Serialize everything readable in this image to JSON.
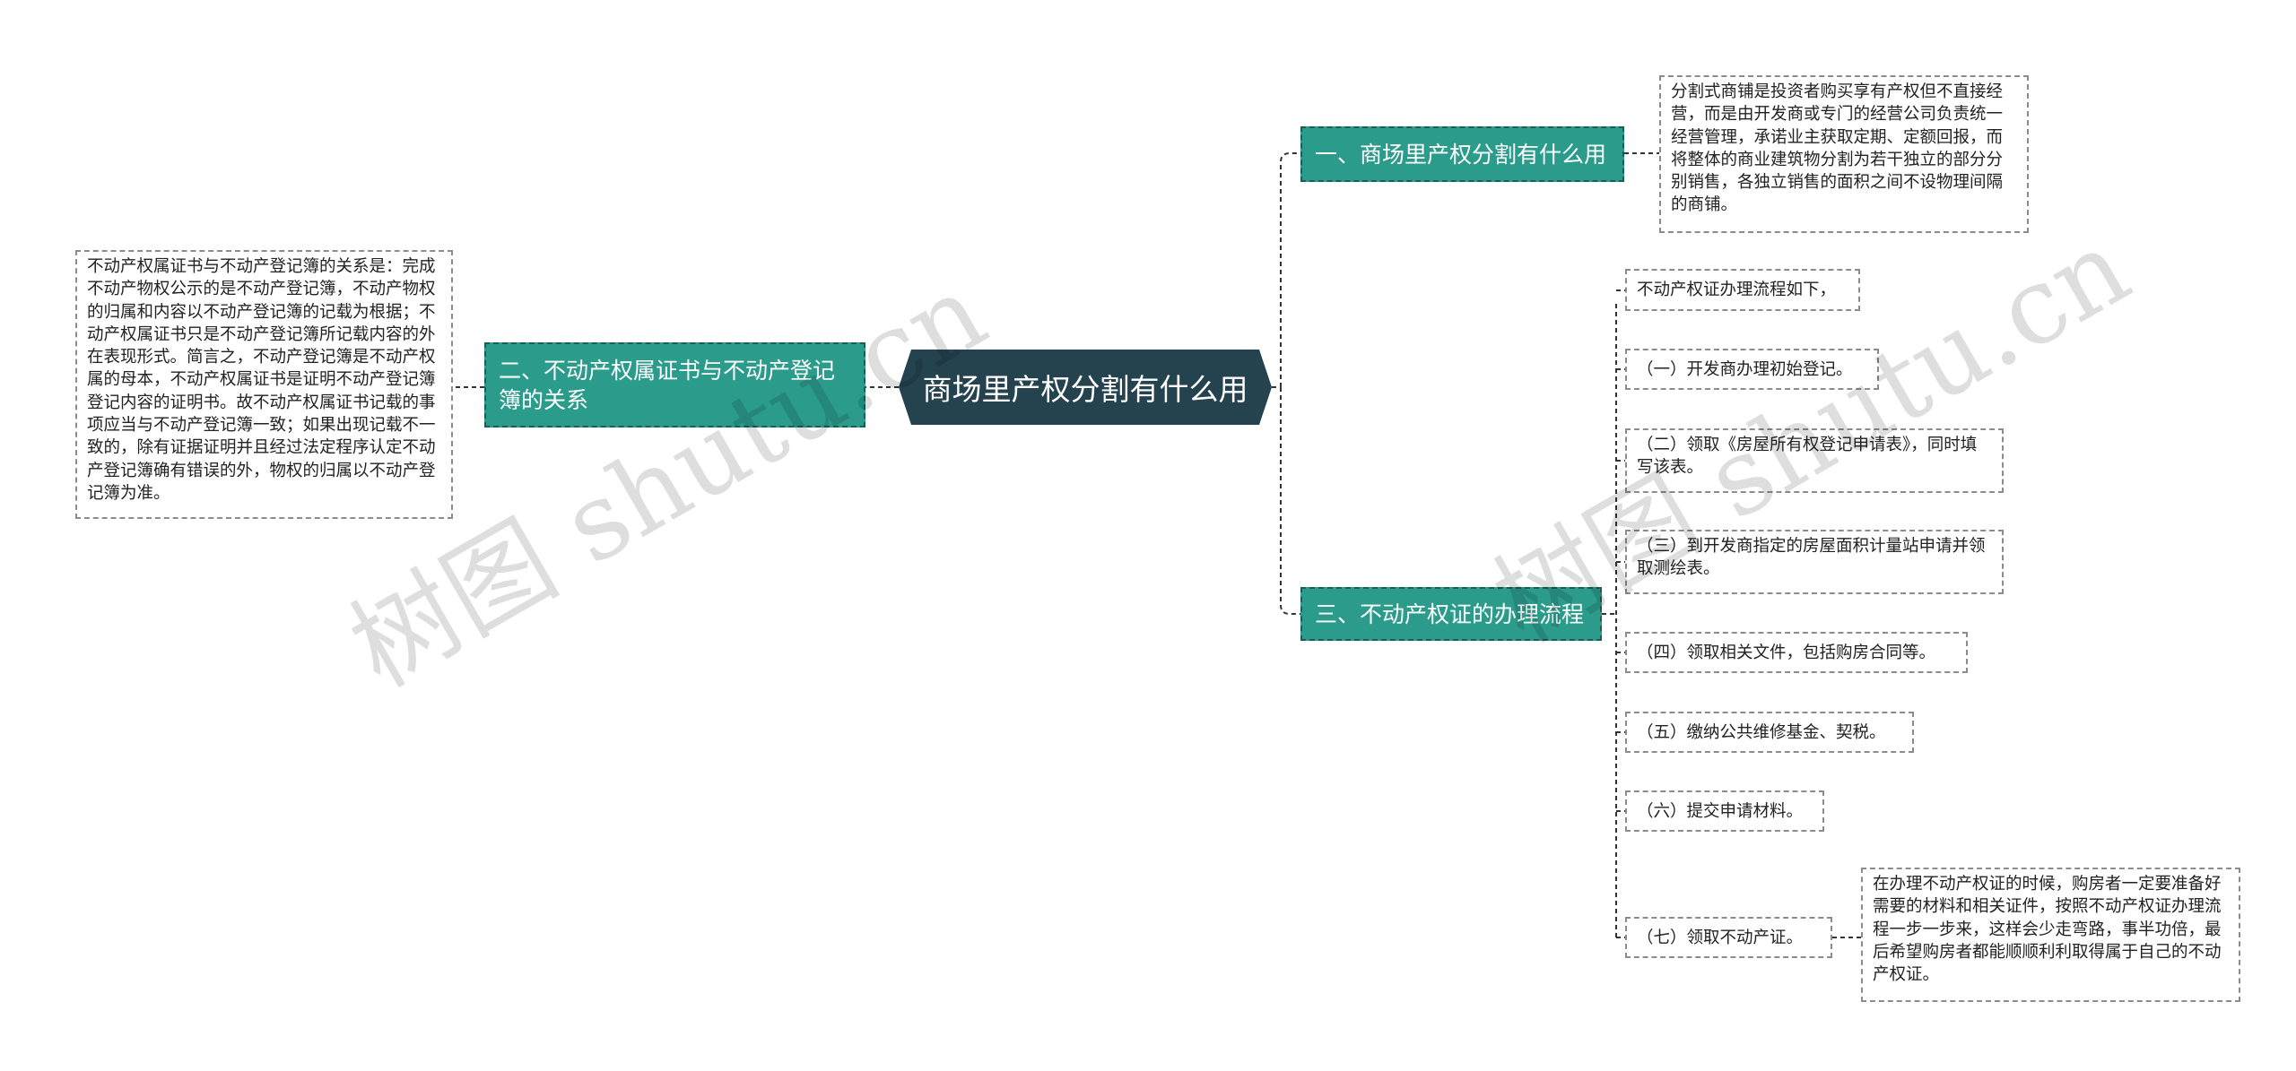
{
  "root": {
    "label": "商场里产权分割有什么用"
  },
  "branches": [
    {
      "label": "一、商场里产权分割有什么用",
      "detail": "分割式商铺是投资者购买享有产权但不直接经营，而是由开发商或专门的经营公司负责统一经营管理，承诺业主获取定期、定额回报，而将整体的商业建筑物分割为若干独立的部分分别销售，各独立销售的面积之间不设物理间隔的商铺。"
    },
    {
      "label": "二、不动产权属证书与不动产登记簿的关系",
      "detail": "不动产权属证书与不动产登记簿的关系是：完成不动产物权公示的是不动产登记簿，不动产物权的归属和内容以不动产登记簿的记载为根据；不动产权属证书只是不动产登记簿所记载内容的外在表现形式。简言之，不动产登记簿是不动产权属的母本，不动产权属证书是证明不动产登记簿登记内容的证明书。故不动产权属证书记载的事项应当与不动产登记簿一致；如果出现记载不一致的，除有证据证明并且经过法定程序认定不动产登记簿确有错误的外，物权的归属以不动产登记簿为准。"
    },
    {
      "label": "三、不动产权证的办理流程",
      "steps": [
        "不动产权证办理流程如下，",
        "（一）开发商办理初始登记。",
        "（二）领取《房屋所有权登记申请表》，同时填写该表。",
        "（三）到开发商指定的房屋面积计量站申请并领取测绘表。",
        "（四）领取相关文件，包括购房合同等。",
        "（五）缴纳公共维修基金、契税。",
        "（六）提交申请材料。",
        "（七）领取不动产证。"
      ],
      "final_note": "在办理不动产权证的时候，购房者一定要准备好需要的材料和相关证件，按照不动产权证办理流程一步一步来，这样会少走弯路，事半功倍，最后希望购房者都能顺顺利利取得属于自己的不动产权证。"
    }
  ],
  "watermarks": [
    "树图 shutu.cn",
    "树图 shutu.cn"
  ],
  "colors": {
    "root": "#24434f",
    "branch": "#2b9c8c",
    "connector": "#333333"
  }
}
